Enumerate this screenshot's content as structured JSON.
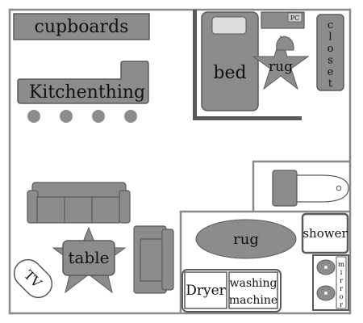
{
  "labels": {
    "cupboards": "cupboards",
    "kitchen": "Kitchenthing",
    "bed": "bed",
    "rug_bedroom": "rug",
    "pc": "PC",
    "closet": "closet",
    "rug_bathroom": "rug",
    "shower": "shower",
    "mirror": "mirror",
    "dryer": "Dryer",
    "washing_machine_line1": "washing",
    "washing_machine_line2": "machine",
    "table": "table",
    "tv": "TV"
  },
  "colors": {
    "wall": "#8a8a8a",
    "furniture": "#8c8c8c",
    "furniture_dark": "#5a5a5a",
    "light_fill": "#dddddd",
    "white": "#ffffff",
    "text": "#111111"
  }
}
